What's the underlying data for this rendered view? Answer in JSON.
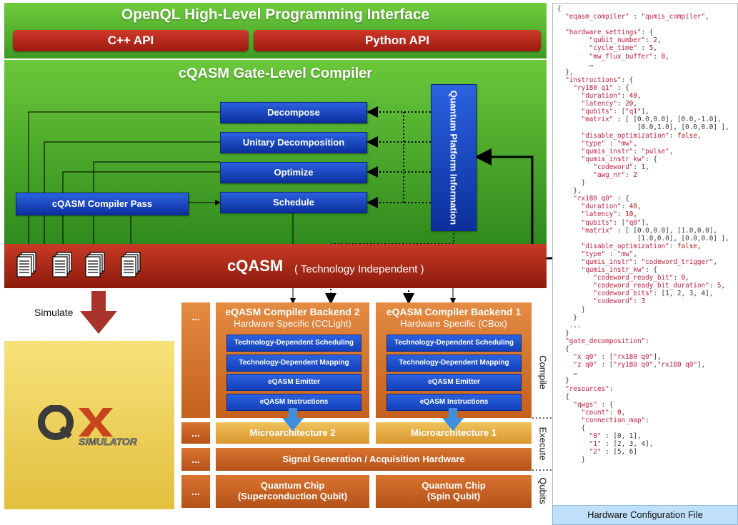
{
  "header": {
    "title": "OpenQL High-Level Programming Interface",
    "apis": [
      "C++ API",
      "Python API"
    ]
  },
  "compiler": {
    "title": "cQASM Gate-Level Compiler",
    "passes": [
      "Decompose",
      "Unitary Decomposition",
      "Optimize",
      "Schedule"
    ],
    "compiler_pass": "cQASM Compiler Pass",
    "platform_info": "Quantum Platform Information"
  },
  "cqasm": {
    "label": "cQASM",
    "sub": "( Technology Independent )"
  },
  "simulate": {
    "label": "Simulate",
    "logo_sub": "SIMULATOR"
  },
  "ellipsis": "...",
  "backends": [
    {
      "title": "eQASM Compiler Backend 2",
      "subtitle": "Hardware Specific (CCLight)",
      "steps": [
        "Technology-Dependent Scheduling",
        "Technology-Dependent Mapping",
        "eQASM Emitter",
        "eQASM Instructions"
      ],
      "microarch": "Microarchitecture 2",
      "chip": [
        "Quantum Chip",
        "(Superconduction Qubit)"
      ]
    },
    {
      "title": "eQASM Compiler Backend 1",
      "subtitle": "Hardware Specific (CBox)",
      "steps": [
        "Technology-Dependent Scheduling",
        "Technology-Dependent Mapping",
        "eQASM Emitter",
        "eQASM Instructions"
      ],
      "microarch": "Microarchitecture 1",
      "chip": [
        "Quantum Chip",
        "(Spin Qubit)"
      ]
    }
  ],
  "signal": "Signal Generation / Acquisition Hardware",
  "side_labels": [
    "Compile",
    "Execute",
    "Qubits"
  ],
  "config": {
    "footer": "Hardware Configuration File",
    "code": "{\n  \"eqasm_compiler\" : \"qumis_compiler\",\n\n  \"hardware_settings\": {\n        \"qubit_number\": 2,\n        \"cycle_time\" : 5,\n        \"mw_flux_buffer\": 0,\n        …\n  },\n  \"instructions\": {\n    \"ry180 q1\" : {\n      \"duration\": 40,\n      \"latency\": 20,\n      \"qubits\": [\"q1\"],\n      \"matrix\" : [ [0.0,0.0], [0.0,-1.0],\n                    [0.0,1.0], [0.0,0.0] ],\n      \"disable_optimization\": false,\n      \"type\" : \"mw\",\n      \"qumis_instr\": \"pulse\",\n      \"qumis_instr_kw\": {\n         \"codeword\": 1,\n         \"awg_nr\": 2\n      }\n    },\n    \"rx180 q0\" : {\n      \"duration\": 40,\n      \"latency\": 10,\n      \"qubits\": [\"q0\"],\n      \"matrix\" : [ [0.0,0.0], [1.0,0.0],\n                    [1.0,0.0], [0.0,0.0] ],\n      \"disable_optimization\": false,\n      \"type\" : \"mw\",\n      \"qumis_instr\": \"codeword_trigger\",\n      \"qumis_instr_kw\": {\n         \"codeword_ready_bit\": 0,\n         \"codeword_ready_bit_duration\": 5,\n         \"codeword_bits\": [1, 2, 3, 4],\n         \"codeword\": 3\n      }\n    }\n   ...\n  }\n  \"gate_decomposition\":\n  {\n    \"x q0\" : [\"rx180 q0\"],\n    \"z q0\" : [\"ry180 q0\",\"rx180 q0\"],\n    …\n  }\n  \"resources\":\n  {\n    \"qwgs\" : {\n      \"count\": 0,\n      \"connection_map\":\n      {\n        \"0\" : [0, 1],\n        \"1\" : [2, 3, 4],\n        \"2\" : [5, 6]\n      }"
  },
  "colors": {
    "green": "#4caf2c",
    "red": "#b0281a",
    "blue": "#1a47c8",
    "orange": "#d7742f",
    "gold": "#e6a83c",
    "config_footer": "#bfe0f8"
  }
}
